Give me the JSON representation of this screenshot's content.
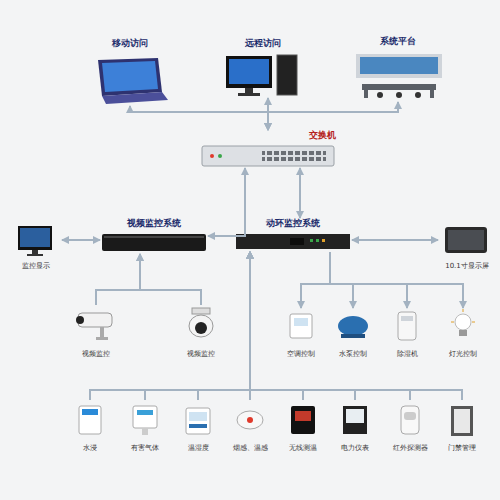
{
  "diagram": {
    "nodes": [
      {
        "text": [
          "移动访问"
        ]
      },
      {
        "text": [
          "远程访问"
        ]
      },
      {
        "text": [
          "系统平台"
        ]
      },
      {
        "text": [
          "交换机"
        ]
      },
      {
        "text": [
          "视频监控系统"
        ]
      },
      {
        "text": [
          "动环监控系统"
        ]
      },
      {
        "text": [
          "监控显示"
        ]
      },
      {
        "text": [
          "10.1寸显示屏"
        ]
      },
      {
        "text": [
          "视频监控"
        ]
      },
      {
        "text": [
          "视频监控"
        ]
      },
      {
        "text": [
          "空调控制"
        ]
      },
      {
        "text": [
          "水泵控制"
        ]
      },
      {
        "text": [
          "除湿机"
        ]
      },
      {
        "text": [
          "灯光控制"
        ]
      },
      {
        "text": [
          "水浸"
        ]
      },
      {
        "text": [
          "有害气体"
        ]
      },
      {
        "text": [
          "温湿度"
        ]
      },
      {
        "text": [
          "烟感、温感"
        ]
      },
      {
        "text": [
          "无线测温"
        ]
      },
      {
        "text": [
          "电力仪表"
        ]
      },
      {
        "text": [
          "红外探测器"
        ]
      },
      {
        "text": [
          "门禁管理"
        ]
      }
    ],
    "edges": [
      {
        "from": 0,
        "to": 3,
        "arrow": "both"
      },
      {
        "from": 1,
        "to": 3,
        "arrow": "both"
      },
      {
        "from": 2,
        "to": 3,
        "arrow": "both"
      },
      {
        "from": 3,
        "to": 4,
        "arrow": "both"
      },
      {
        "from": 3,
        "to": 5,
        "arrow": "both"
      },
      {
        "from": 4,
        "to": 6,
        "arrow": "both"
      },
      {
        "from": 5,
        "to": 7,
        "arrow": "both"
      },
      {
        "from": 8,
        "to": 4,
        "arrow": "to"
      },
      {
        "from": 9,
        "to": 4,
        "arrow": "to"
      },
      {
        "from": 5,
        "to": 10,
        "arrow": "to"
      },
      {
        "from": 5,
        "to": 11,
        "arrow": "to"
      },
      {
        "from": 5,
        "to": 12,
        "arrow": "to"
      },
      {
        "from": 5,
        "to": 13,
        "arrow": "to"
      },
      {
        "from": 14,
        "to": 5,
        "arrow": "to"
      },
      {
        "from": 15,
        "to": 5,
        "arrow": "to"
      },
      {
        "from": 16,
        "to": 5,
        "arrow": "to"
      },
      {
        "from": 17,
        "to": 5,
        "arrow": "to"
      },
      {
        "from": 18,
        "to": 5,
        "arrow": "to"
      },
      {
        "from": 19,
        "to": 5,
        "arrow": "to"
      },
      {
        "from": 20,
        "to": 5,
        "arrow": "to"
      },
      {
        "from": 21,
        "to": 5,
        "arrow": "to"
      }
    ]
  }
}
